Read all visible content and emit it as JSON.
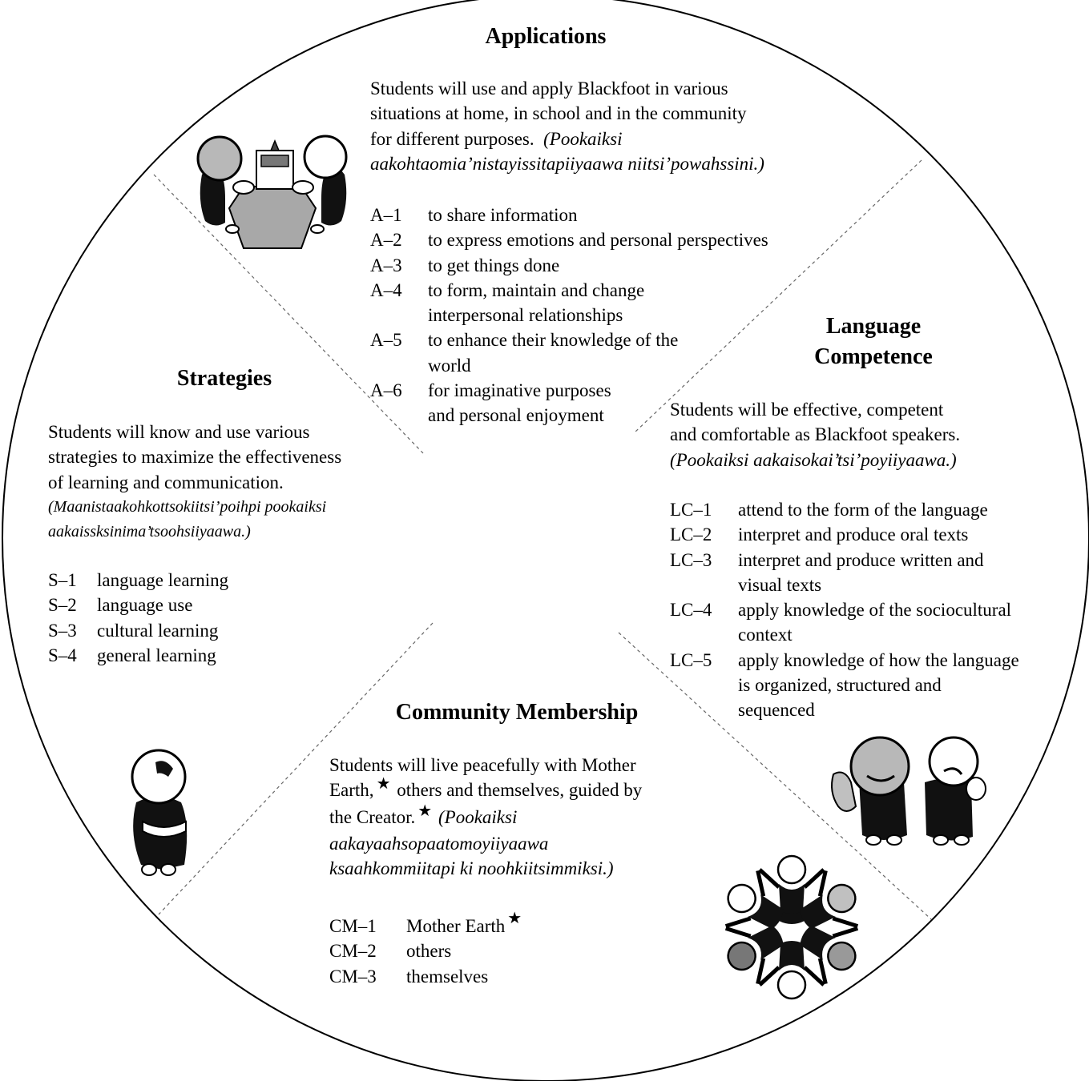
{
  "applications": {
    "title": "Applications",
    "desc": [
      "Students will use and apply Blackfoot in various",
      "situations at home, in school and in the community",
      "for different purposes."
    ],
    "desc_blackfoot": [
      "(Pookaiksi",
      "aakohtaomia’nistayissitapiiyaawa niitsi’powahssini.)"
    ],
    "items": [
      {
        "code": "A–1",
        "lines": [
          "to share information"
        ]
      },
      {
        "code": "A–2",
        "lines": [
          "to express emotions and personal perspectives"
        ]
      },
      {
        "code": "A–3",
        "lines": [
          "to get things done"
        ]
      },
      {
        "code": "A–4",
        "lines": [
          "to form, maintain and change",
          "interpersonal relationships"
        ]
      },
      {
        "code": "A–5",
        "lines": [
          "to enhance their knowledge of the",
          "world"
        ]
      },
      {
        "code": "A–6",
        "lines": [
          "for imaginative purposes",
          "and personal enjoyment"
        ]
      }
    ]
  },
  "strategies": {
    "title": "Strategies",
    "desc": [
      "Students will know and use various",
      "strategies to maximize the effectiveness",
      "of learning and communication."
    ],
    "desc_blackfoot": [
      "(Maanistaakohkottsokiitsi’poihpi pookaiksi",
      "aakaissksinima’tsoohsiiyaawa.)"
    ],
    "items": [
      {
        "code": "S–1",
        "lines": [
          "language learning"
        ]
      },
      {
        "code": "S–2",
        "lines": [
          "language use"
        ]
      },
      {
        "code": "S–3",
        "lines": [
          "cultural learning"
        ]
      },
      {
        "code": "S–4",
        "lines": [
          "general learning"
        ]
      }
    ]
  },
  "language_competence": {
    "title_line1": "Language",
    "title_line2": "Competence",
    "desc": [
      "Students will be effective, competent",
      "and comfortable as Blackfoot speakers."
    ],
    "desc_blackfoot": [
      "(Pookaiksi aakaisokai’tsi’poyiiyaawa.)"
    ],
    "items": [
      {
        "code": "LC–1",
        "lines": [
          "attend to the form of the language"
        ]
      },
      {
        "code": "LC–2",
        "lines": [
          "interpret and produce oral texts"
        ]
      },
      {
        "code": "LC–3",
        "lines": [
          "interpret and produce written and",
          "visual texts"
        ]
      },
      {
        "code": "LC–4",
        "lines": [
          "apply knowledge of the sociocultural",
          "context"
        ]
      },
      {
        "code": "LC–5",
        "lines": [
          "apply knowledge of how the language",
          "is organized, structured and",
          "sequenced"
        ]
      }
    ]
  },
  "community_membership": {
    "title": "Community Membership",
    "desc_l1": "Students will live peacefully with Mother",
    "desc_l2a": "Earth,",
    "desc_l2b": "others and themselves, guided by",
    "desc_l3a": "the Creator.",
    "desc_l3b": "(Pookaiksi",
    "desc_blackfoot": [
      "aakayaahsopaatomoyiiyaawa",
      "ksaahkommiitapi ki noohkiitsimmiksi.)"
    ],
    "star": "★",
    "items": [
      {
        "code": "CM–1",
        "lines": [
          "Mother Earth"
        ],
        "star": true
      },
      {
        "code": "CM–2",
        "lines": [
          "others"
        ]
      },
      {
        "code": "CM–3",
        "lines": [
          "themselves"
        ]
      }
    ]
  }
}
